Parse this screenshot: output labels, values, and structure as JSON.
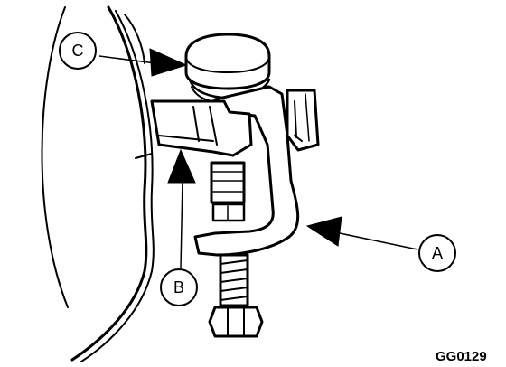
{
  "callouts": {
    "a": "A",
    "b": "B",
    "c": "C"
  },
  "figure_code": "GG0129"
}
